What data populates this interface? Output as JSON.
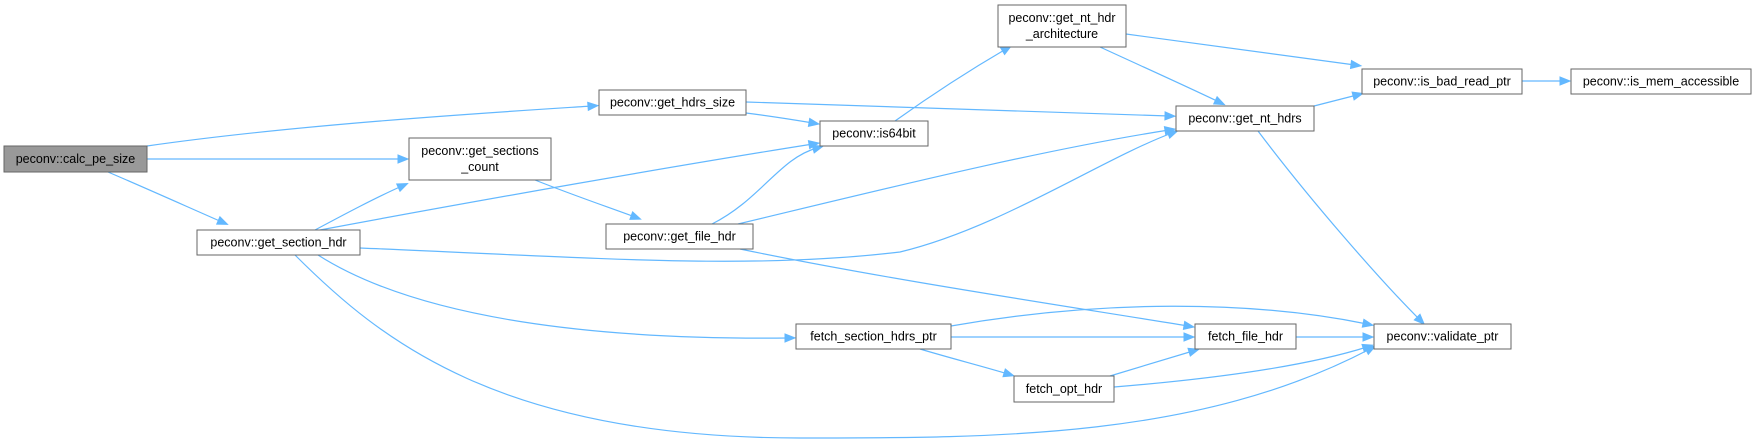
{
  "diagram": {
    "type": "call-graph",
    "colors": {
      "edge": "#63b8ff",
      "node_border": "#666666",
      "root_fill": "#999999",
      "node_fill": "#ffffff"
    },
    "nodes": [
      {
        "id": "calc_pe_size",
        "lines": [
          "peconv::calc_pe_size"
        ],
        "root": true
      },
      {
        "id": "get_hdrs_size",
        "lines": [
          "peconv::get_hdrs_size"
        ]
      },
      {
        "id": "get_sections_count",
        "lines": [
          "peconv::get_sections",
          "_count"
        ]
      },
      {
        "id": "get_section_hdr",
        "lines": [
          "peconv::get_section_hdr"
        ]
      },
      {
        "id": "is64bit",
        "lines": [
          "peconv::is64bit"
        ]
      },
      {
        "id": "get_file_hdr",
        "lines": [
          "peconv::get_file_hdr"
        ]
      },
      {
        "id": "get_nt_hdr_architecture",
        "lines": [
          "peconv::get_nt_hdr",
          "_architecture"
        ]
      },
      {
        "id": "get_nt_hdrs",
        "lines": [
          "peconv::get_nt_hdrs"
        ]
      },
      {
        "id": "is_bad_read_ptr",
        "lines": [
          "peconv::is_bad_read_ptr"
        ]
      },
      {
        "id": "is_mem_accessible",
        "lines": [
          "peconv::is_mem_accessible"
        ]
      },
      {
        "id": "fetch_section_hdrs_ptr",
        "lines": [
          "fetch_section_hdrs_ptr"
        ]
      },
      {
        "id": "fetch_file_hdr",
        "lines": [
          "fetch_file_hdr"
        ]
      },
      {
        "id": "validate_ptr",
        "lines": [
          "peconv::validate_ptr"
        ]
      },
      {
        "id": "fetch_opt_hdr",
        "lines": [
          "fetch_opt_hdr"
        ]
      }
    ],
    "edges": [
      {
        "from": "calc_pe_size",
        "to": "get_hdrs_size"
      },
      {
        "from": "calc_pe_size",
        "to": "get_sections_count"
      },
      {
        "from": "calc_pe_size",
        "to": "get_section_hdr"
      },
      {
        "from": "get_hdrs_size",
        "to": "is64bit"
      },
      {
        "from": "get_hdrs_size",
        "to": "get_nt_hdrs"
      },
      {
        "from": "get_section_hdr",
        "to": "get_sections_count"
      },
      {
        "from": "get_section_hdr",
        "to": "is64bit"
      },
      {
        "from": "get_section_hdr",
        "to": "get_nt_hdrs"
      },
      {
        "from": "get_section_hdr",
        "to": "fetch_section_hdrs_ptr"
      },
      {
        "from": "get_section_hdr",
        "to": "validate_ptr"
      },
      {
        "from": "get_sections_count",
        "to": "get_file_hdr"
      },
      {
        "from": "get_file_hdr",
        "to": "is64bit"
      },
      {
        "from": "get_file_hdr",
        "to": "get_nt_hdrs"
      },
      {
        "from": "get_file_hdr",
        "to": "fetch_file_hdr"
      },
      {
        "from": "is64bit",
        "to": "get_nt_hdr_architecture"
      },
      {
        "from": "get_nt_hdr_architecture",
        "to": "get_nt_hdrs"
      },
      {
        "from": "get_nt_hdr_architecture",
        "to": "is_bad_read_ptr"
      },
      {
        "from": "get_nt_hdrs",
        "to": "is_bad_read_ptr"
      },
      {
        "from": "get_nt_hdrs",
        "to": "validate_ptr"
      },
      {
        "from": "is_bad_read_ptr",
        "to": "is_mem_accessible"
      },
      {
        "from": "fetch_section_hdrs_ptr",
        "to": "fetch_file_hdr"
      },
      {
        "from": "fetch_section_hdrs_ptr",
        "to": "validate_ptr"
      },
      {
        "from": "fetch_section_hdrs_ptr",
        "to": "fetch_opt_hdr"
      },
      {
        "from": "fetch_file_hdr",
        "to": "validate_ptr"
      },
      {
        "from": "fetch_opt_hdr",
        "to": "fetch_file_hdr"
      },
      {
        "from": "fetch_opt_hdr",
        "to": "validate_ptr"
      }
    ]
  }
}
